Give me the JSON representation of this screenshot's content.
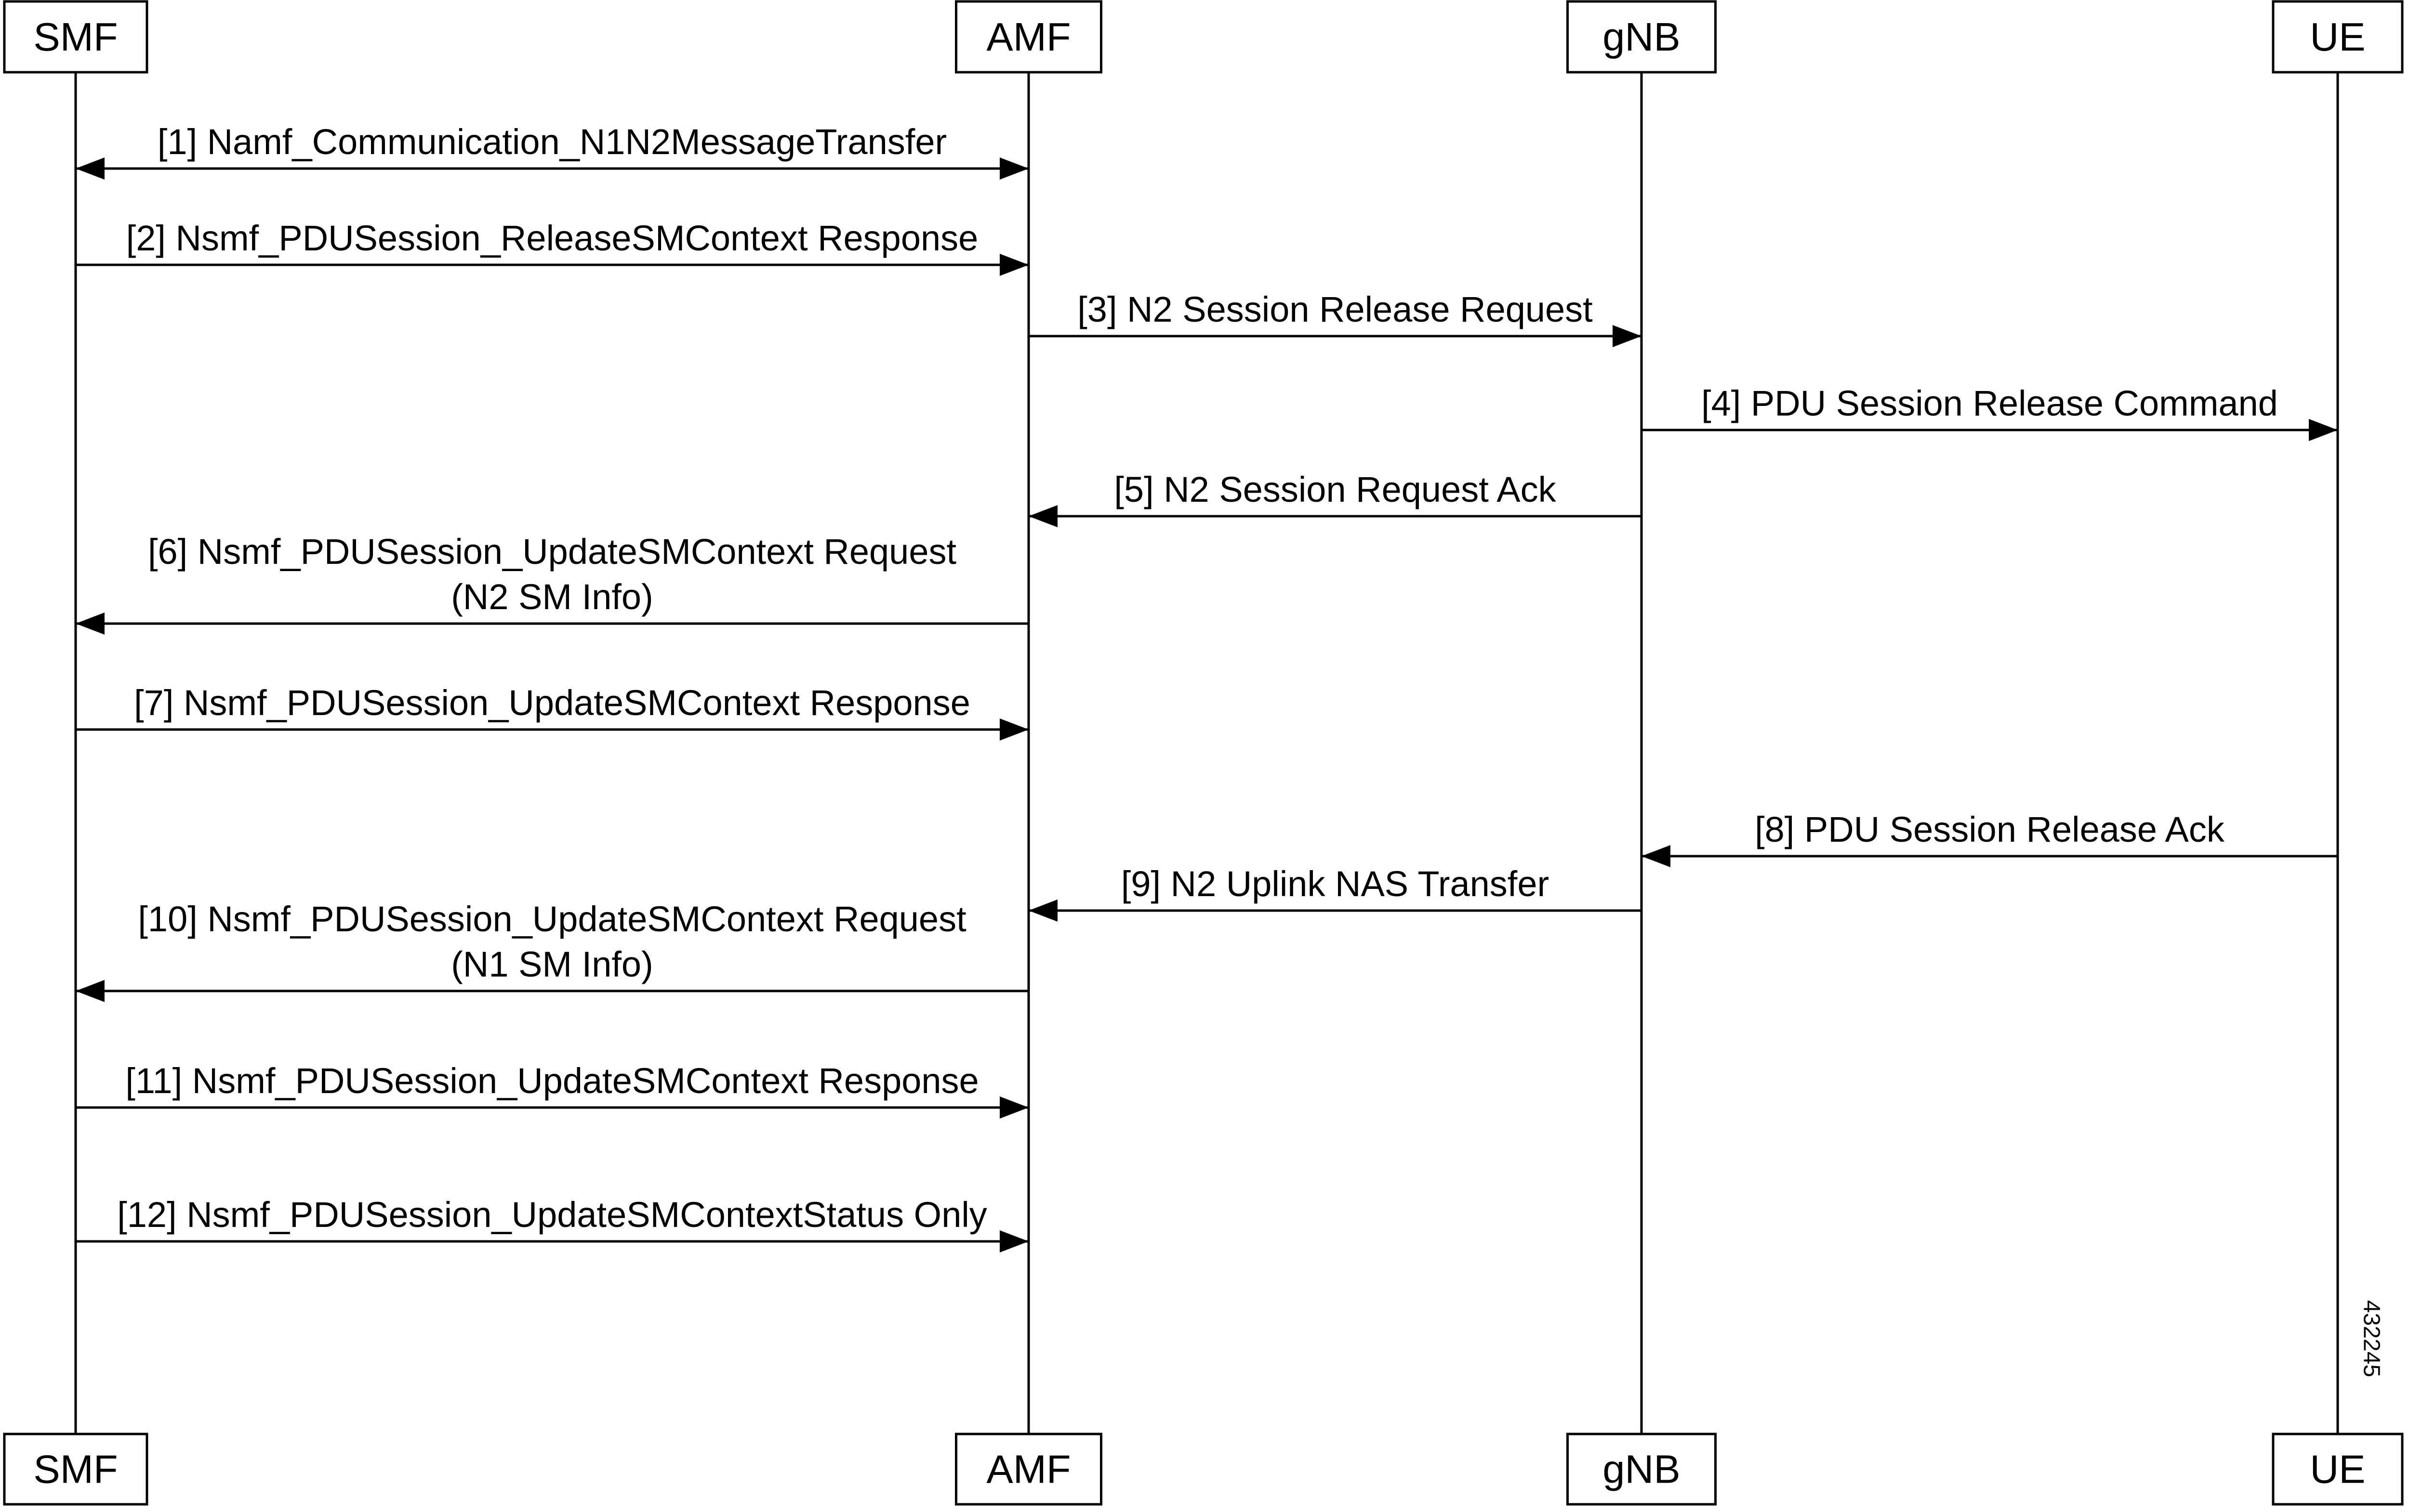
{
  "participants": [
    {
      "id": "smf",
      "name": "SMF"
    },
    {
      "id": "amf",
      "name": "AMF"
    },
    {
      "id": "gnb",
      "name": "gNB"
    },
    {
      "id": "ue",
      "name": "UE"
    }
  ],
  "messages": [
    {
      "step": 1,
      "from": "smf",
      "to": "amf",
      "bidirectional": true,
      "lines": [
        "[1] Namf_Communication_N1N2MessageTransfer"
      ]
    },
    {
      "step": 2,
      "from": "smf",
      "to": "amf",
      "lines": [
        "[2] Nsmf_PDUSession_ReleaseSMContext Response"
      ]
    },
    {
      "step": 3,
      "from": "amf",
      "to": "gnb",
      "lines": [
        "[3] N2 Session Release Request"
      ]
    },
    {
      "step": 4,
      "from": "gnb",
      "to": "ue",
      "lines": [
        "[4] PDU Session Release Command"
      ]
    },
    {
      "step": 5,
      "from": "gnb",
      "to": "amf",
      "lines": [
        "[5] N2 Session Request Ack"
      ]
    },
    {
      "step": 6,
      "from": "amf",
      "to": "smf",
      "lines": [
        "[6] Nsmf_PDUSession_UpdateSMContext Request",
        "(N2 SM Info)"
      ]
    },
    {
      "step": 7,
      "from": "smf",
      "to": "amf",
      "lines": [
        "[7] Nsmf_PDUSession_UpdateSMContext Response"
      ]
    },
    {
      "step": 8,
      "from": "ue",
      "to": "gnb",
      "lines": [
        "[8] PDU Session Release Ack"
      ]
    },
    {
      "step": 9,
      "from": "gnb",
      "to": "amf",
      "lines": [
        "[9] N2 Uplink NAS Transfer"
      ]
    },
    {
      "step": 10,
      "from": "amf",
      "to": "smf",
      "lines": [
        "[10] Nsmf_PDUSession_UpdateSMContext Request",
        "(N1 SM Info)"
      ]
    },
    {
      "step": 11,
      "from": "smf",
      "to": "amf",
      "lines": [
        "[11] Nsmf_PDUSession_UpdateSMContext Response"
      ]
    },
    {
      "step": 12,
      "from": "smf",
      "to": "amf",
      "lines": [
        "[12] Nsmf_PDUSession_UpdateSMContextStatus Only"
      ]
    }
  ],
  "figure_id": "432245"
}
